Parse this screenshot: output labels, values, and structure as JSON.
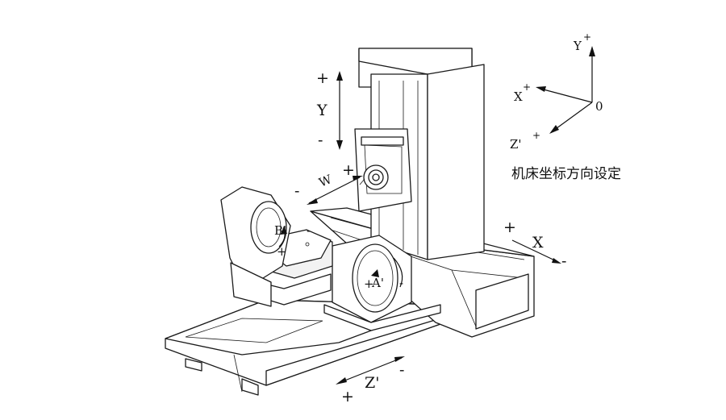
{
  "caption": "机床坐标方向设定",
  "axis_labels": {
    "y": "Y",
    "x": "X",
    "w": "W",
    "z": "Z'",
    "a": "A'",
    "b": "B'"
  },
  "signs": {
    "plus": "+",
    "minus": "-"
  },
  "triad": {
    "y": "Y",
    "x": "X",
    "z": "Z'",
    "sup_plus": "+",
    "origin": "0"
  },
  "colors": {
    "line": "#1a1a1a",
    "background": "#ffffff"
  }
}
